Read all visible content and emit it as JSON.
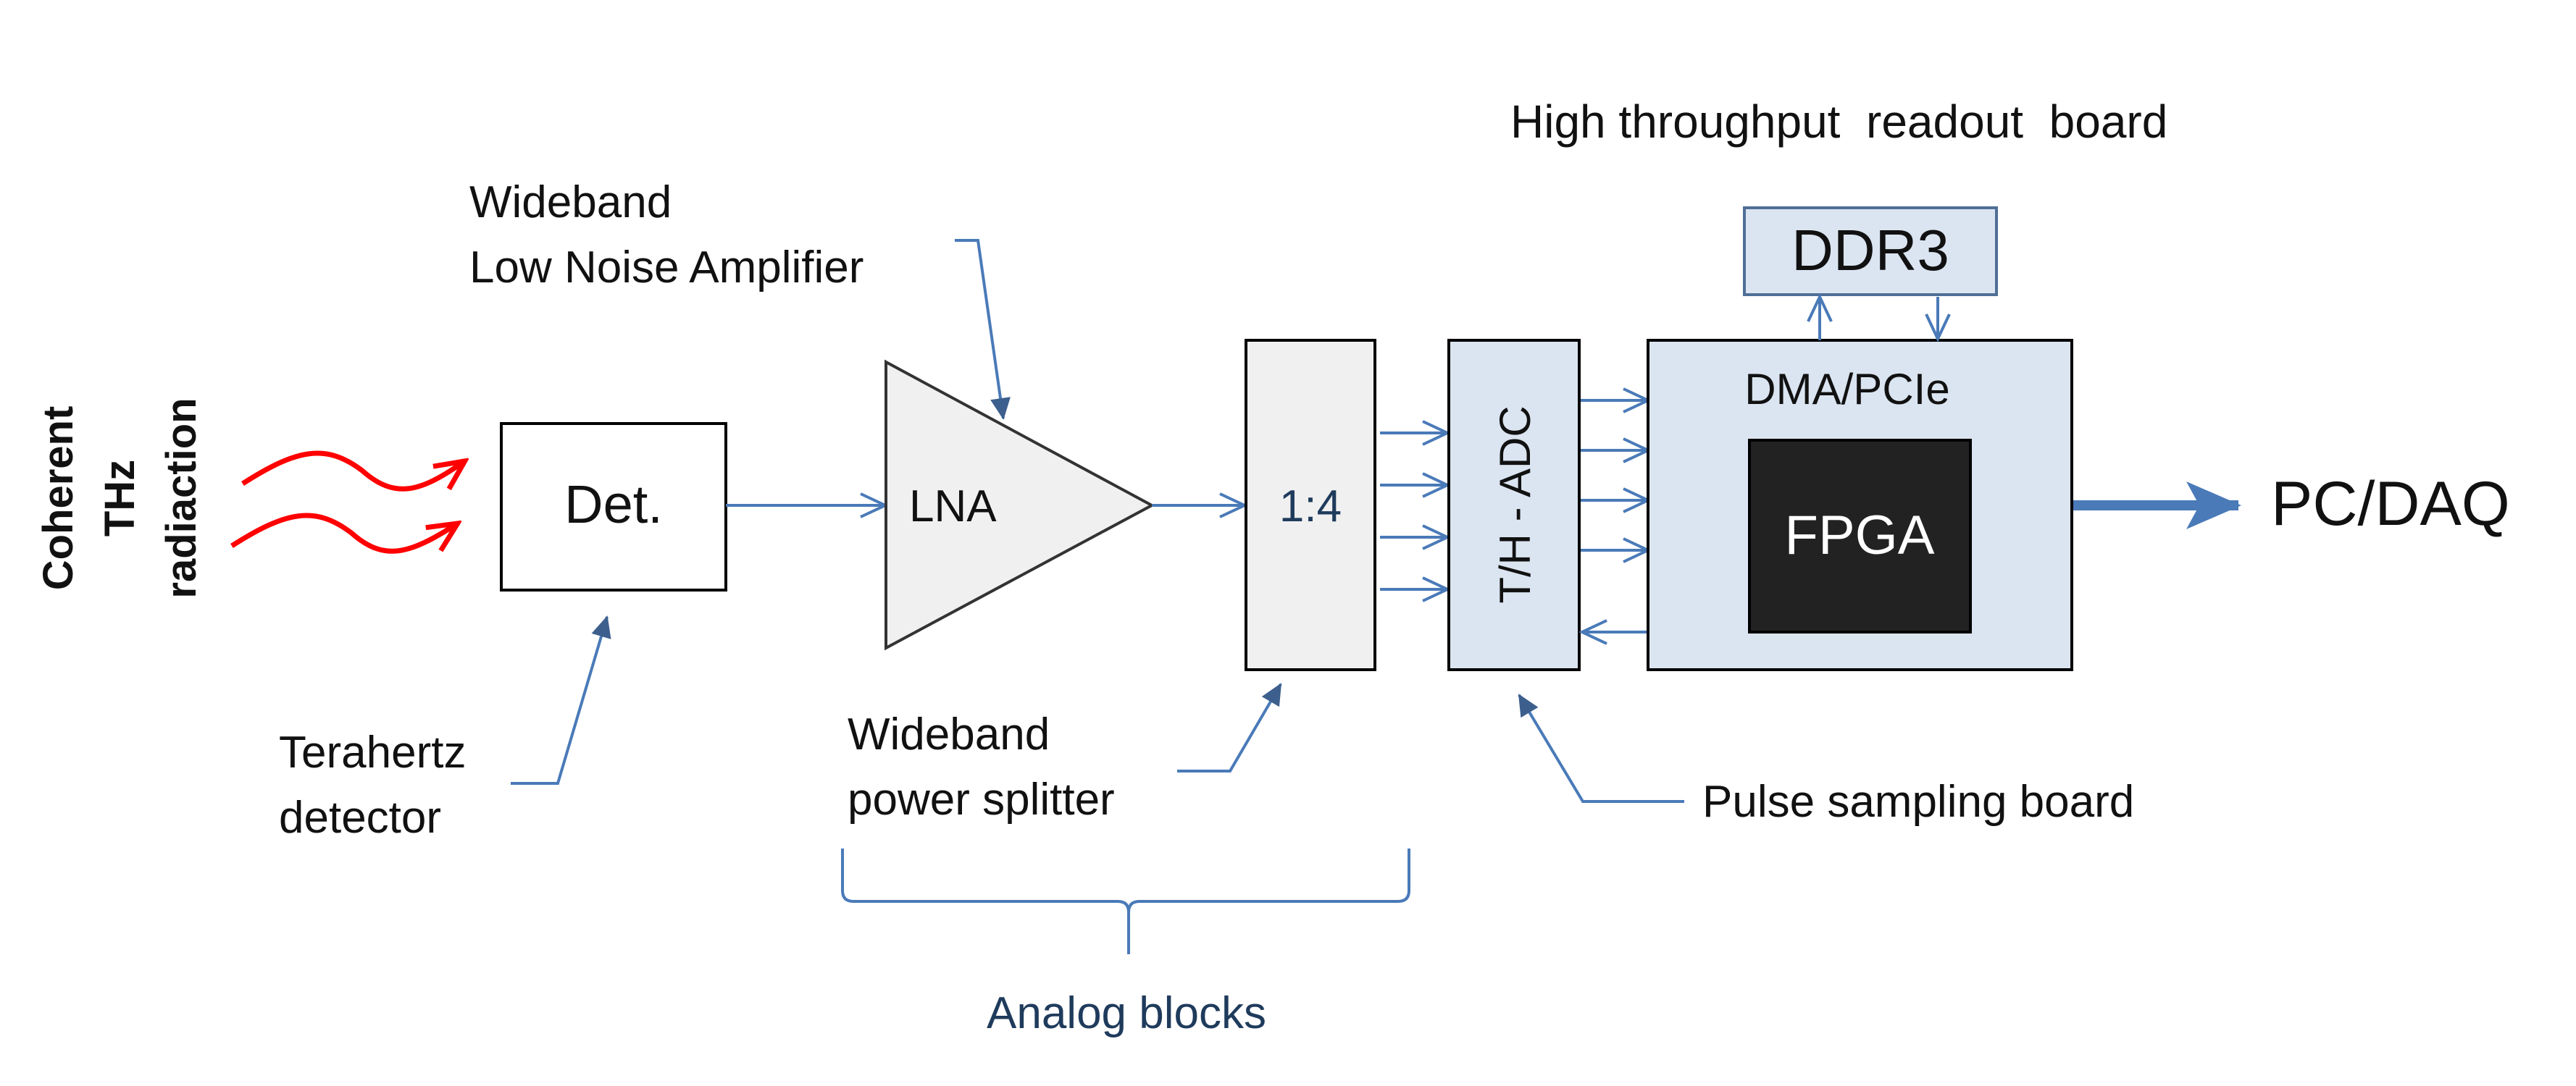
{
  "diagram": {
    "source_label": {
      "line1": "Coherent",
      "line2": "THz",
      "line3": "radiaction"
    },
    "detector_box": "Det.",
    "detector_caption": {
      "line1": "Terahertz",
      "line2": "detector"
    },
    "lna_label": "LNA",
    "lna_caption": {
      "line1": "Wideband",
      "line2": "Low Noise Amplifier"
    },
    "splitter_label": "1:4",
    "splitter_caption": {
      "line1": "Wideband",
      "line2": "power splitter"
    },
    "analog_group_label": "Analog blocks",
    "adc_label": "T/H - ADC",
    "sampling_caption": "Pulse sampling board",
    "readout_title": "High throughput  readout  board",
    "ddr_label": "DDR3",
    "dma_label": "DMA/PCIe",
    "fpga_label": "FPGA",
    "output_label": "PC/DAQ"
  },
  "colors": {
    "arrow_blue": "#4a7ab8",
    "box_fill_blue": "#dbe5f1",
    "box_stroke_blue": "#4f6f96",
    "light_gray_fill": "#f0f0f0",
    "fpga_fill": "#222222",
    "radiation_red": "#ff0000"
  }
}
